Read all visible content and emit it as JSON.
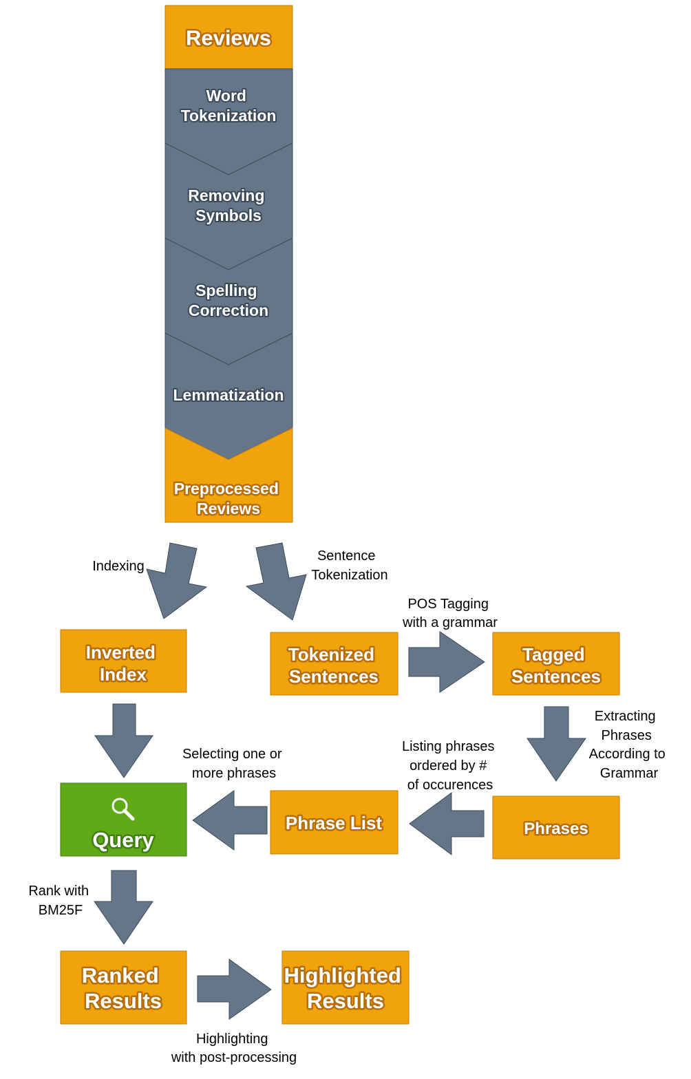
{
  "colors": {
    "orange": "#f0a30a",
    "orange_stroke": "#c47f08",
    "slate": "#647687",
    "slate_stroke": "#3b4a5a",
    "green": "#60a917",
    "green_stroke": "#3f7f10"
  },
  "pipeline": {
    "top": "Reviews",
    "steps": [
      [
        "Word",
        "Tokenization"
      ],
      [
        "Removing",
        "Symbols"
      ],
      [
        "Spelling",
        "Correction"
      ],
      [
        "Lemmatization"
      ]
    ],
    "bottom": [
      "Preprocessed",
      "Reviews"
    ]
  },
  "nodes": {
    "inverted_index": [
      "Inverted",
      "Index"
    ],
    "tokenized_sentences": [
      "Tokenized",
      "Sentences"
    ],
    "tagged_sentences": [
      "Tagged",
      "Sentences"
    ],
    "query": "Query",
    "query_icon": "search-icon",
    "phrase_list": "Phrase List",
    "phrases": "Phrases",
    "ranked_results": [
      "Ranked",
      "Results"
    ],
    "highlighted_results": [
      "Highlighted",
      "Results"
    ]
  },
  "edges": {
    "indexing": [
      "Indexing"
    ],
    "sentence_tokenization": [
      "Sentence",
      "Tokenization"
    ],
    "pos_tagging": [
      "POS Tagging",
      "with a grammar"
    ],
    "extracting_phrases": [
      "Extracting",
      "Phrases",
      "According to",
      "Grammar"
    ],
    "listing_phrases": [
      "Listing phrases",
      "ordered by #",
      "of occurences"
    ],
    "selecting_phrases": [
      "Selecting one or",
      "more phrases"
    ],
    "rank": [
      "Rank with",
      "BM25F"
    ],
    "highlighting": [
      "Highlighting",
      "with post-processing"
    ]
  }
}
